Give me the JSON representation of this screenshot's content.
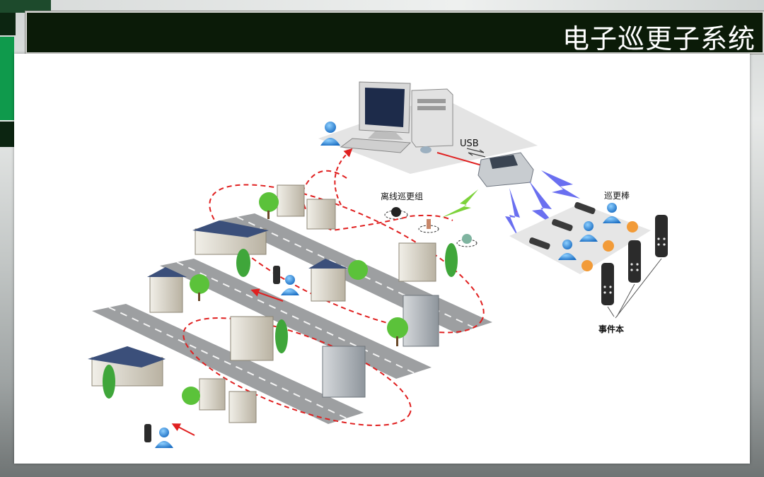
{
  "title": "电子巡更子系统",
  "diagram": {
    "usb_label": "USB",
    "offline_group_label": "离线巡更组",
    "patrol_stick_label": "巡更棒",
    "event_book_label": "事件本"
  },
  "colors": {
    "title_bar": "#0b1b08",
    "accent_green": "#0f9a4c",
    "route_red": "#e02020",
    "signal_blue": "#6a6ff0",
    "signal_green": "#7cd23a"
  }
}
